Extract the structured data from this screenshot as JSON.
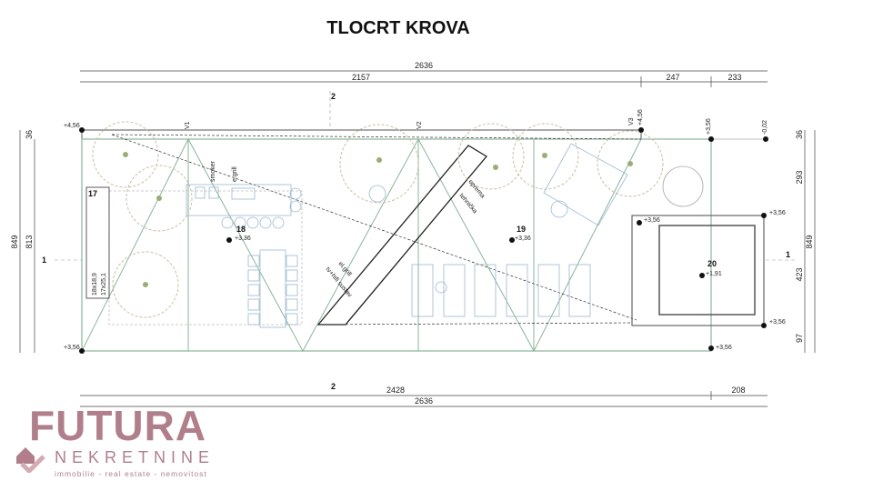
{
  "title": "TLOCRT KROVA",
  "dimensions": {
    "top_total": "2636",
    "top_segments": [
      "2157",
      "247",
      "233"
    ],
    "bottom_segments": [
      "2428",
      "208"
    ],
    "bottom_total": "2636",
    "left_outer": "849",
    "left_inner": "813",
    "left_top": "36",
    "right_segments": [
      "36",
      "293",
      "423",
      "97"
    ],
    "right_total": "849"
  },
  "section_marks": {
    "vertical": "2",
    "horizontal": "1"
  },
  "levels": {
    "top_left": "+4,56",
    "bottom_left": "+3,56",
    "top_mid": "+4,56",
    "top_right_a": "+3,56",
    "top_right_b": "-0,02",
    "pool_tl": "+3,56",
    "pool_tr": "+3,56",
    "pool_br": "+3,56",
    "bottom_right": "+3,56"
  },
  "axes": [
    "V1",
    "V2",
    "V3"
  ],
  "rooms": [
    {
      "number": "17",
      "note1": "18x18,9",
      "note2": "17x25,1"
    },
    {
      "number": "18",
      "level": "+3,36"
    },
    {
      "number": "19",
      "level": "+3,36"
    },
    {
      "number": "20",
      "level": "+1,91"
    }
  ],
  "fixture_labels": {
    "smoker": "smoker",
    "grill": "e.grill",
    "oprema": "oprema",
    "tehnicka": "tehnička",
    "dish": "el.grill",
    "sink": "tv+hifi sustav"
  },
  "logo": {
    "name": "FUTURA",
    "sub": "NEKRETNINE",
    "tagline": "immobilie - real estate - nemovitost"
  }
}
